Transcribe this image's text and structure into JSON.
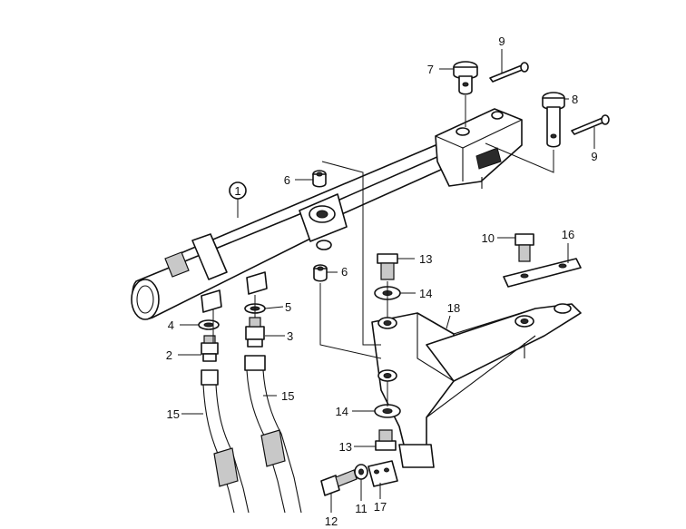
{
  "callouts": {
    "c1": "1",
    "c2": "2",
    "c3": "3",
    "c4": "4",
    "c5": "5",
    "c6a": "6",
    "c6b": "6",
    "c7": "7",
    "c8": "8",
    "c9a": "9",
    "c9b": "9",
    "c10": "10",
    "c11": "11",
    "c12": "12",
    "c13a": "13",
    "c13b": "13",
    "c14a": "14",
    "c14b": "14",
    "c15a": "15",
    "c15b": "15",
    "c16": "16",
    "c17": "17",
    "c18": "18"
  }
}
